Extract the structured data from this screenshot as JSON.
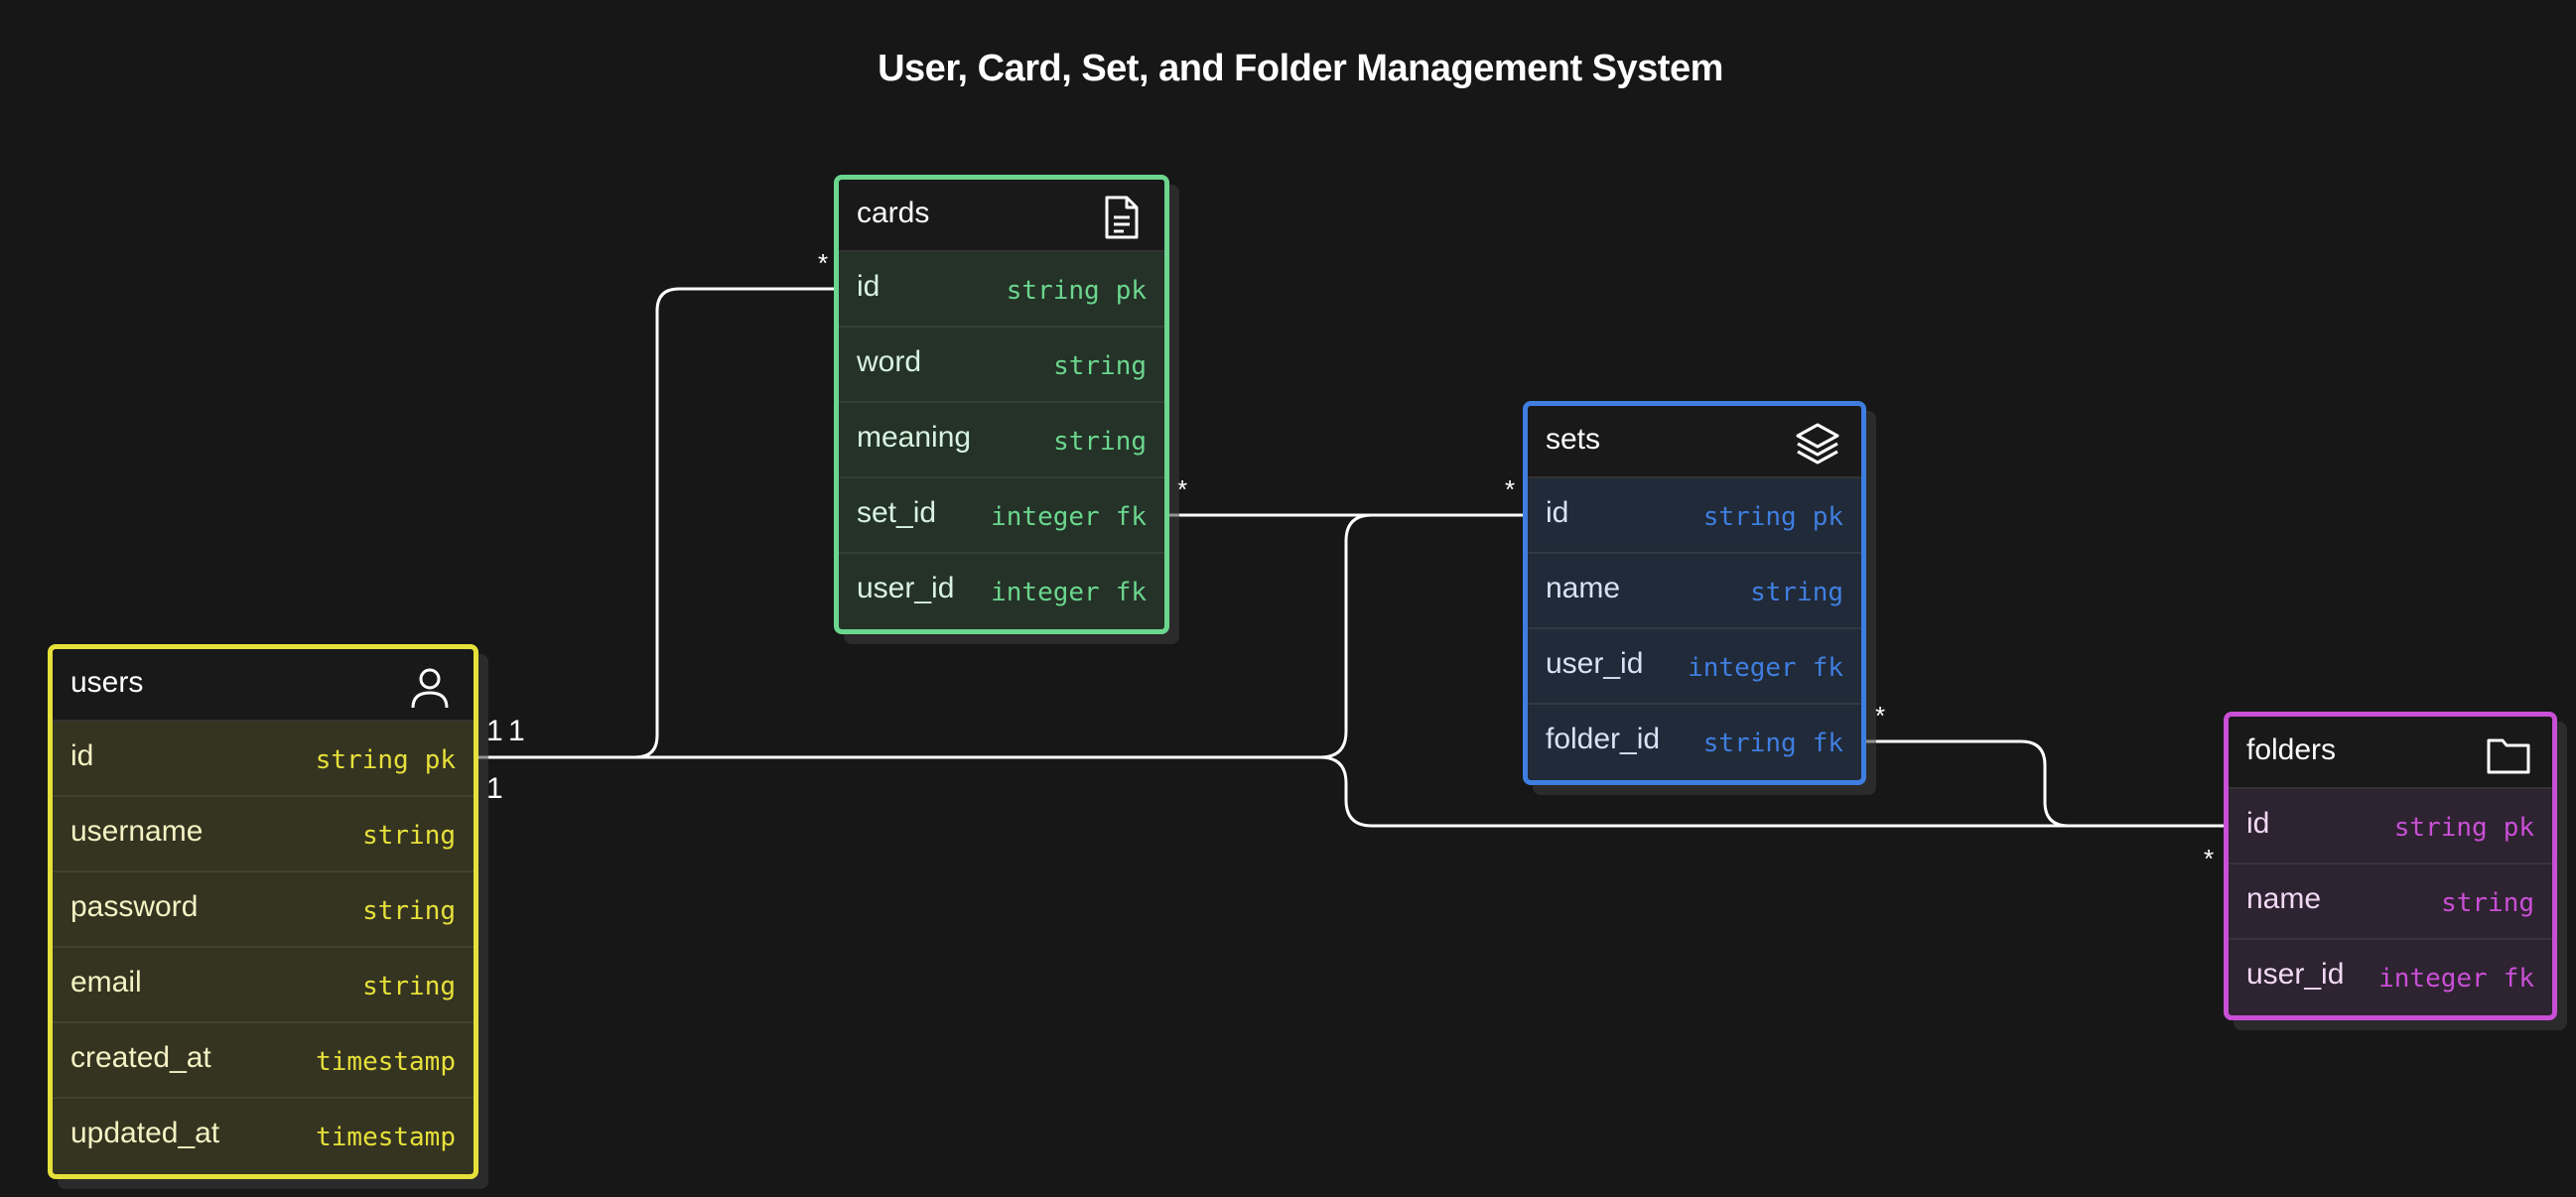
{
  "diagram": {
    "title": "User, Card, Set, and Folder Management System"
  },
  "colors": {
    "background": "#171717",
    "users": "#e6e03a",
    "cards": "#6bd68e",
    "sets": "#3f7ee0",
    "folders": "#c94fd6"
  },
  "entities": {
    "users": {
      "name": "users",
      "icon": "user-icon",
      "fields": [
        {
          "name": "id",
          "type": "string",
          "key": "pk"
        },
        {
          "name": "username",
          "type": "string",
          "key": ""
        },
        {
          "name": "password",
          "type": "string",
          "key": ""
        },
        {
          "name": "email",
          "type": "string",
          "key": ""
        },
        {
          "name": "created_at",
          "type": "timestamp",
          "key": ""
        },
        {
          "name": "updated_at",
          "type": "timestamp",
          "key": ""
        }
      ]
    },
    "cards": {
      "name": "cards",
      "icon": "document-icon",
      "fields": [
        {
          "name": "id",
          "type": "string",
          "key": "pk"
        },
        {
          "name": "word",
          "type": "string",
          "key": ""
        },
        {
          "name": "meaning",
          "type": "string",
          "key": ""
        },
        {
          "name": "set_id",
          "type": "integer",
          "key": "fk"
        },
        {
          "name": "user_id",
          "type": "integer",
          "key": "fk"
        }
      ]
    },
    "sets": {
      "name": "sets",
      "icon": "layers-icon",
      "fields": [
        {
          "name": "id",
          "type": "string",
          "key": "pk"
        },
        {
          "name": "name",
          "type": "string",
          "key": ""
        },
        {
          "name": "user_id",
          "type": "integer",
          "key": "fk"
        },
        {
          "name": "folder_id",
          "type": "string",
          "key": "fk"
        }
      ]
    },
    "folders": {
      "name": "folders",
      "icon": "folder-icon",
      "fields": [
        {
          "name": "id",
          "type": "string",
          "key": "pk"
        },
        {
          "name": "name",
          "type": "string",
          "key": ""
        },
        {
          "name": "user_id",
          "type": "integer",
          "key": "fk"
        }
      ]
    }
  },
  "cardinality": {
    "users_cards": "1",
    "users_sets": "1",
    "users_folders": "1",
    "cards_many": "*",
    "cards_set_many": "*",
    "sets_many": "*",
    "sets_one": "1",
    "sets_folder_many": "*",
    "folders_many": "*",
    "folders_one": "1"
  }
}
